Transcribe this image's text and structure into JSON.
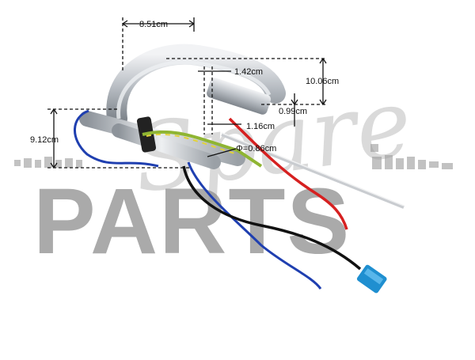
{
  "image": {
    "subject": "heating element with wires and thermostat",
    "watermark": {
      "script_text": "Spare",
      "block_text": "PARTS",
      "color": "#8a8a8a"
    },
    "dimensions": {
      "width_top": "8.51cm",
      "height_right": "10.06cm",
      "offset_small": "1.42cm",
      "offset_right": "0.99cm",
      "gap_small": "1.16cm",
      "height_left": "9.12cm",
      "diameter": "Φ=0.86cm"
    },
    "colors": {
      "wire_red": "#d62020",
      "wire_blue": "#1f3fb0",
      "wire_black": "#111111",
      "connector": "#1f8fd0",
      "metal": "#c9ccd0"
    }
  }
}
